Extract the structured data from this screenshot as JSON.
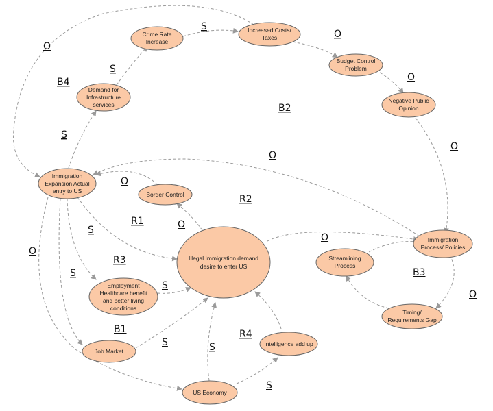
{
  "nodes": {
    "crime_rate": [
      "Crime Rate",
      "Increase"
    ],
    "increased_costs": [
      "Increased Costs/",
      "Taxes"
    ],
    "budget_control": [
      "Budget Control",
      "Problem"
    ],
    "negative_opinion": [
      "Negative Public",
      "Opinion"
    ],
    "demand_infra": [
      "Demand for",
      "Infrastructure",
      "services"
    ],
    "immigration_expansion": [
      "Immigration",
      "Expansion Actual",
      "entry to US"
    ],
    "border_control": [
      "Border Control"
    ],
    "illegal_demand": [
      "Illegal Immigration demand",
      "desire to enter US"
    ],
    "immigration_process": [
      "Immigration",
      "Process/ Policies"
    ],
    "streamlining": [
      "Streamlining",
      "Process"
    ],
    "timing_gap": [
      "Timing/",
      "Requirements Gap"
    ],
    "employment": [
      "Employment",
      "Healthcare benefit",
      "and better living",
      "conditions"
    ],
    "job_market": [
      "Job Market"
    ],
    "intelligence": [
      "Intelligence add up"
    ],
    "us_economy": [
      "US Economy"
    ]
  },
  "polarity": {
    "crime_to_costs": "S",
    "costs_to_budget": "O",
    "budget_to_opinion": "O",
    "opinion_to_process": "O",
    "demand_to_crime": "S",
    "expansion_to_demand": "S",
    "costs_to_expansion": "O",
    "border_to_expansion": "O",
    "process_to_expansion": "O",
    "illegal_to_border": "O",
    "illegal_to_process": "O",
    "timing_to_process": "O",
    "expansion_to_illegal": "S",
    "expansion_to_employment": "S",
    "employment_to_illegal": "S",
    "expansion_to_economy": "O",
    "jobmarket_to_illegal": "S",
    "economy_to_illegal": "S",
    "economy_to_intelligence": "S"
  },
  "loops": {
    "b4": "B4",
    "b2": "B2",
    "r2": "R2",
    "r1": "R1",
    "r3": "R3",
    "b3": "B3",
    "b1": "B1",
    "r4": "R4"
  }
}
